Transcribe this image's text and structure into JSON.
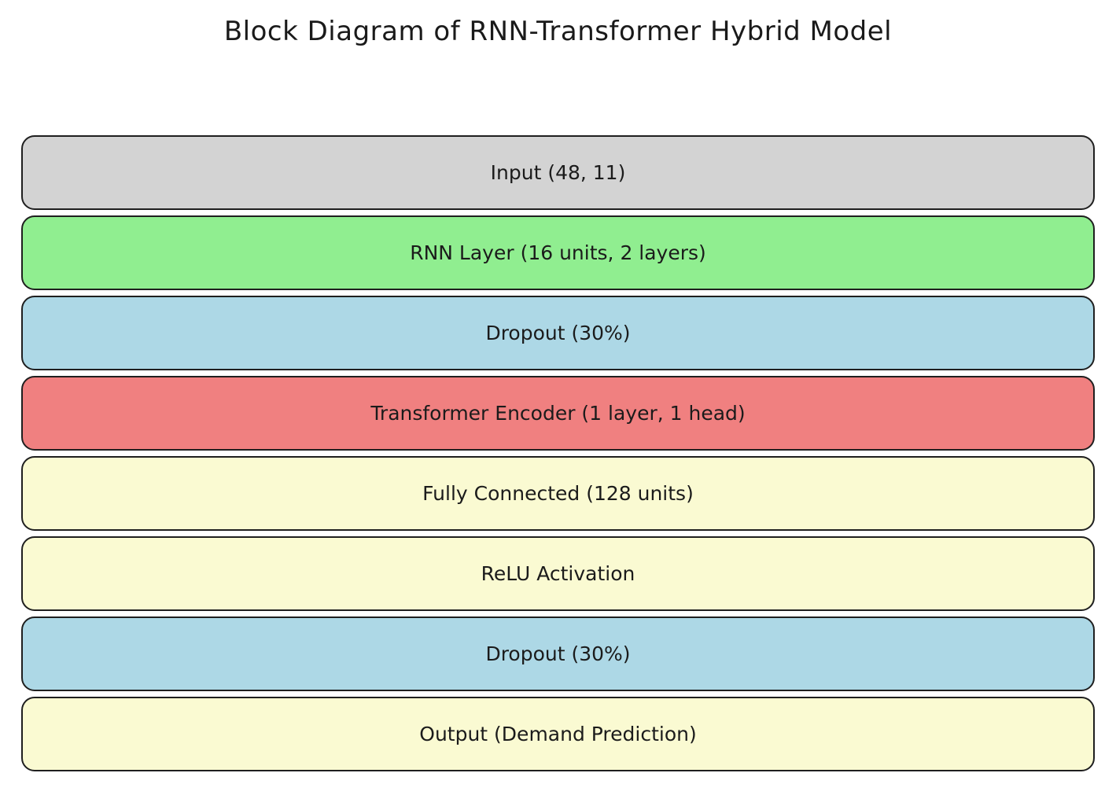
{
  "title": "Block Diagram of RNN-Transformer Hybrid Model",
  "palette": {
    "background": "#ffffff",
    "border": "#1f1f1f",
    "text": "#1b1b1b",
    "input_gray": "#d3d3d3",
    "rnn_green": "#90ee90",
    "dropout_blue": "#add8e6",
    "transformer_coral": "#f08080",
    "dense_yellow": "#fafad2"
  },
  "blocks": [
    {
      "label": "Input (48, 11)",
      "color": "#d3d3d3"
    },
    {
      "label": "RNN Layer (16 units, 2 layers)",
      "color": "#90ee90"
    },
    {
      "label": "Dropout (30%)",
      "color": "#add8e6"
    },
    {
      "label": "Transformer Encoder (1 layer, 1 head)",
      "color": "#f08080"
    },
    {
      "label": "Fully Connected (128 units)",
      "color": "#fafad2"
    },
    {
      "label": "ReLU Activation",
      "color": "#fafad2"
    },
    {
      "label": "Dropout (30%)",
      "color": "#add8e6"
    },
    {
      "label": "Output (Demand Prediction)",
      "color": "#fafad2"
    }
  ]
}
